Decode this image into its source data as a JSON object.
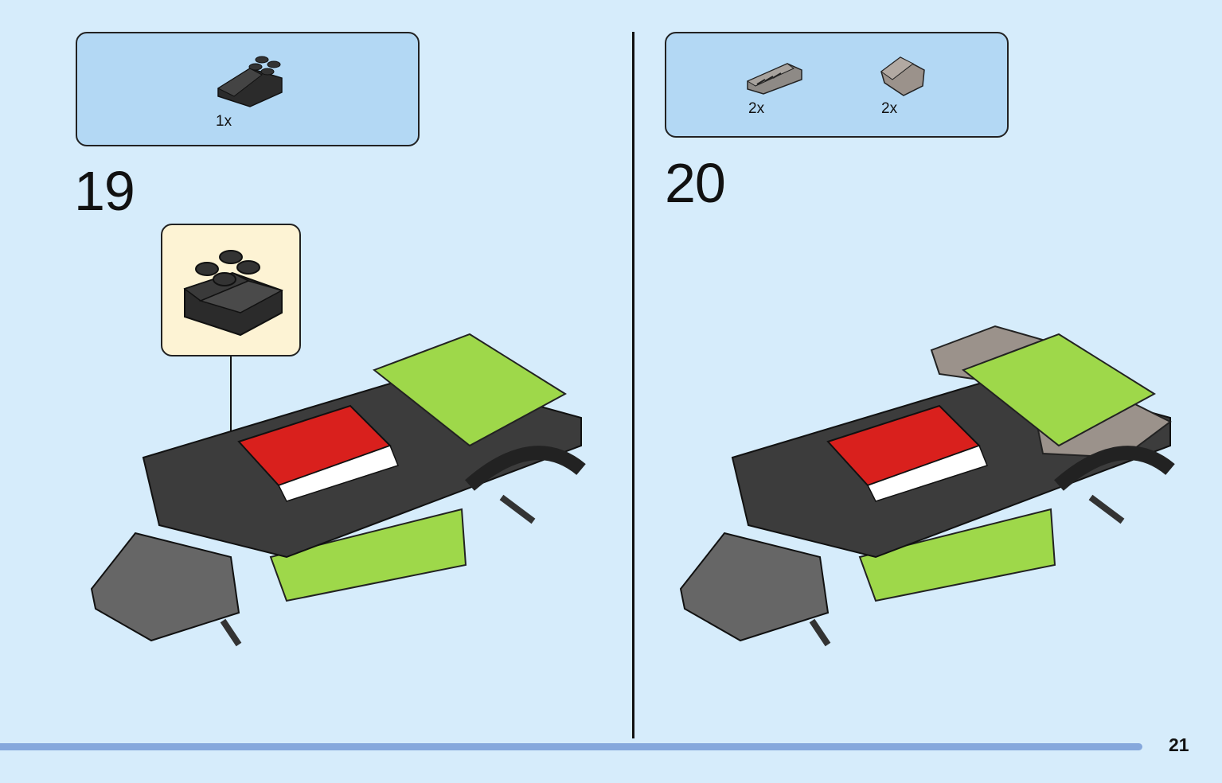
{
  "steps": [
    {
      "number": "19",
      "parts": [
        {
          "qty": "1x",
          "icon": "black-slope-brick-2x2-icon",
          "color": "#2a2a2a"
        }
      ]
    },
    {
      "number": "20",
      "parts": [
        {
          "qty": "2x",
          "icon": "grey-grille-slope-icon",
          "color": "#8e8a86"
        },
        {
          "qty": "2x",
          "icon": "grey-slope-tile-icon",
          "color": "#9b928b"
        }
      ]
    }
  ],
  "page_number": "21",
  "colors": {
    "background": "#d6ecfb",
    "parts_box": "#b3d8f4",
    "callout": "#fdf3d4",
    "lime": "#9ed84a",
    "red": "#d9201d",
    "dark_grey": "#3c3c3c"
  }
}
